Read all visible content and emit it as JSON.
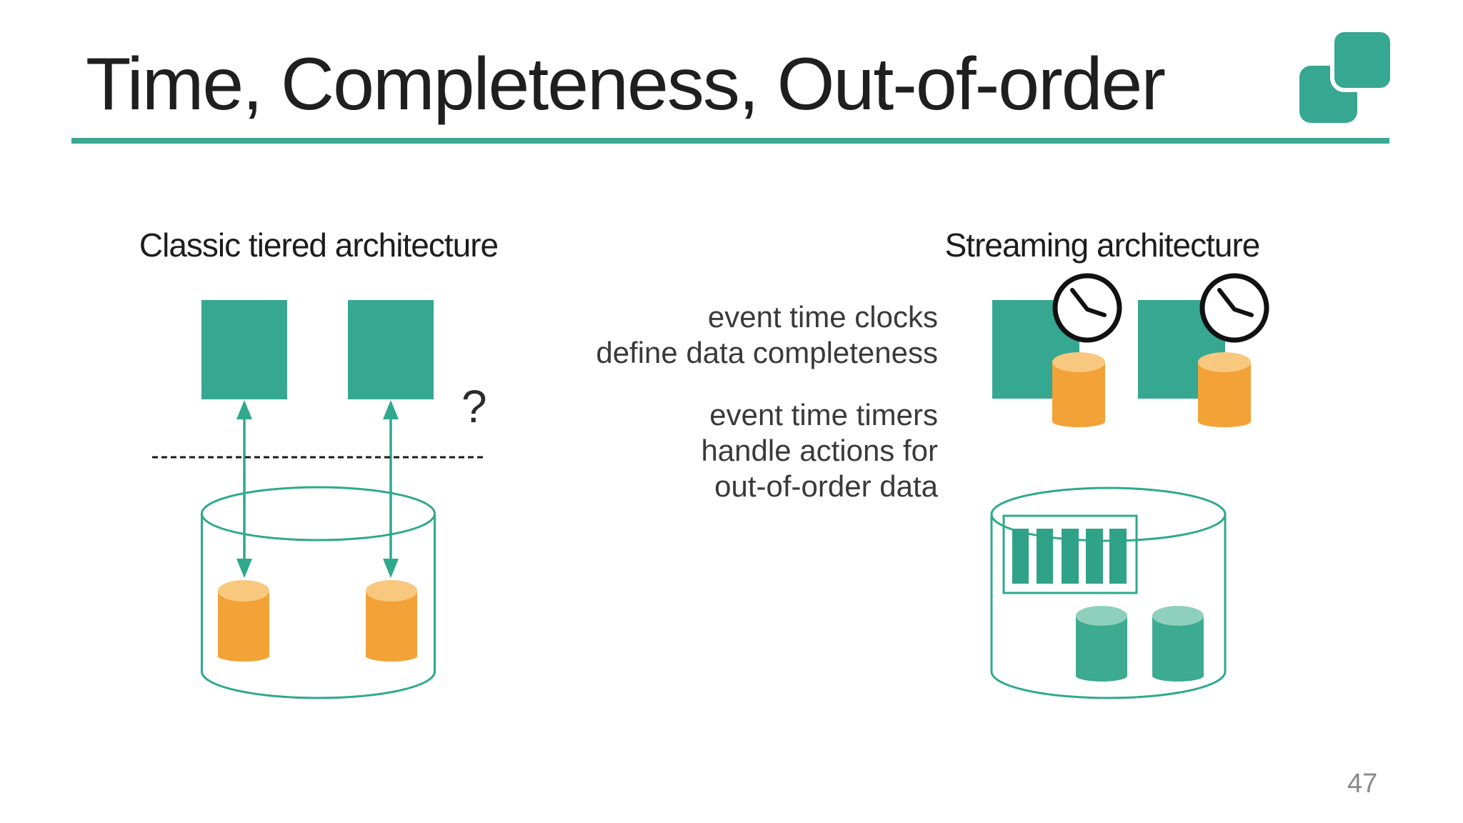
{
  "slide": {
    "title": "Time, Completeness, Out-of-order",
    "page_number": "47"
  },
  "left_diagram": {
    "label": "Classic tiered architecture",
    "question_mark": "?",
    "components": {
      "app_squares": 2,
      "storage_cylinders": 2,
      "arrows": "bidirectional between apps and storage crossing a dashed tier boundary"
    }
  },
  "right_diagram": {
    "label": "Streaming architecture",
    "components": {
      "app_squares_with_clocks": 2,
      "local_state_cylinders": 2,
      "log_buffer_bars": 5,
      "snapshot_cylinders": 2
    }
  },
  "annotations": {
    "clocks": {
      "lines": [
        "event time clocks",
        "define data completeness"
      ]
    },
    "timers": {
      "lines": [
        "event time timers",
        "handle actions for",
        "out-of-order data"
      ]
    }
  },
  "theme": {
    "teal-fill": "#36A791",
    "teal-stroke": "#2EA98C",
    "teal-bar": "#2FA287",
    "teal-cyl": "#3CAB90",
    "teal-cyl-top": "#8FD0BC",
    "orange": "#F2A237",
    "orange-top": "#F8C87F",
    "underline": "#3AA893",
    "title-color": "#1F1F1F",
    "label-color": "#1D1D1D",
    "annotation-color": "#3A3A3A",
    "dashed-color": "#1A1A1A",
    "clock-color": "#111111",
    "page-num-color": "#8A8A8A",
    "bg": "#FFFFFF"
  }
}
